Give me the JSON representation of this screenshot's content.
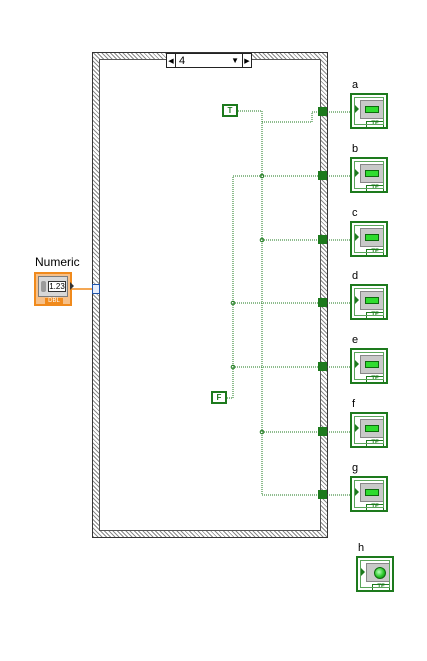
{
  "case_structure": {
    "selector_value": "4"
  },
  "numeric_control": {
    "label": "Numeric",
    "value": "1.23",
    "type": "DBL"
  },
  "constants": {
    "true_label": "T",
    "false_label": "F"
  },
  "indicators": [
    {
      "label": "a",
      "type": "TF",
      "style": "bar"
    },
    {
      "label": "b",
      "type": "TF",
      "style": "bar"
    },
    {
      "label": "c",
      "type": "TF",
      "style": "bar"
    },
    {
      "label": "d",
      "type": "TF",
      "style": "bar"
    },
    {
      "label": "e",
      "type": "TF",
      "style": "bar"
    },
    {
      "label": "f",
      "type": "TF",
      "style": "bar"
    },
    {
      "label": "g",
      "type": "TF",
      "style": "bar"
    },
    {
      "label": "h",
      "type": "TF",
      "style": "led"
    }
  ],
  "colors": {
    "boolean_wire": "#1d7a1d",
    "numeric_control": "#f08a1c",
    "tunnel_border": "#2255aa"
  }
}
